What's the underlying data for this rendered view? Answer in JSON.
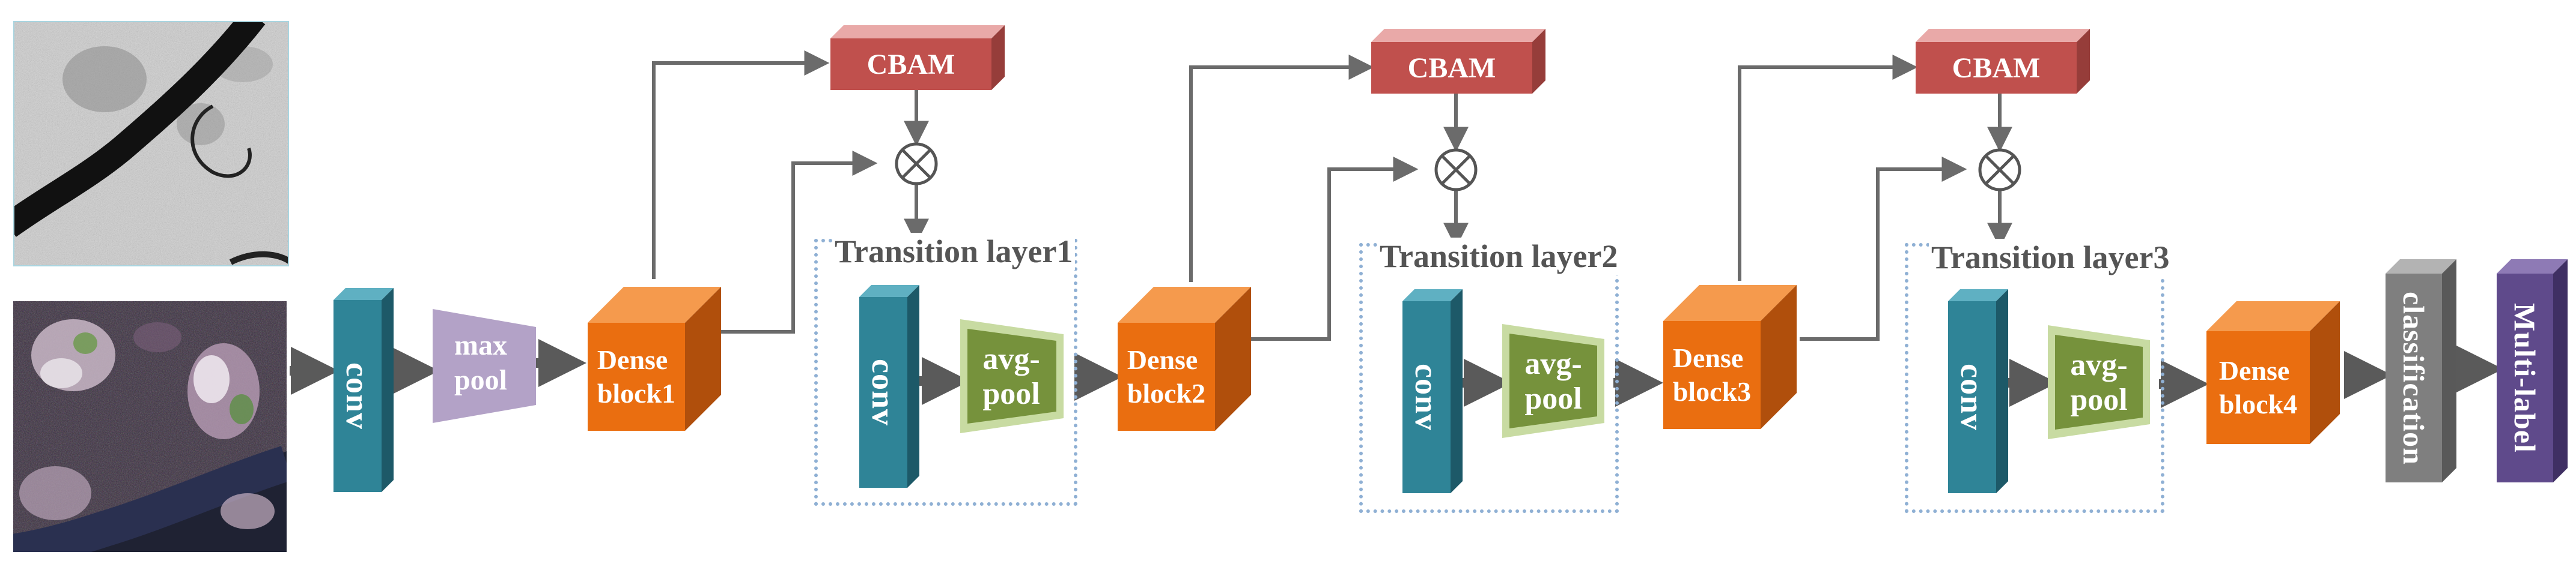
{
  "diagram": {
    "inputs": {
      "panchromatic_image": "sar-like grayscale image",
      "multispectral_image": "false-color satellite image"
    },
    "blocks": {
      "conv_label": "conv",
      "max_pool_label": "max\npool",
      "dense1_label": "Dense\nblock1",
      "dense2_label": "Dense\nblock2",
      "dense3_label": "Dense\nblock3",
      "dense4_label": "Dense\nblock4",
      "avg_pool_label": "avg-\npool",
      "cbam_label": "CBAM",
      "classification_label": "classification",
      "multilabel_label": "Multi-label"
    },
    "transition_layers": [
      "Transition layer1",
      "Transition layer2",
      "Transition layer3"
    ],
    "operators": {
      "multiply_symbol": "⊗"
    },
    "colors": {
      "conv": "#2f8497",
      "dense": "#ea6e10",
      "cbam": "#c0504d",
      "avg_pool": "#76923c",
      "max_pool": "#b3a2c7",
      "classification": "#7f7f7f",
      "multilabel": "#5f4a8b",
      "arrow": "#5a5a5a",
      "dotted_border": "#8fb0d4"
    }
  }
}
